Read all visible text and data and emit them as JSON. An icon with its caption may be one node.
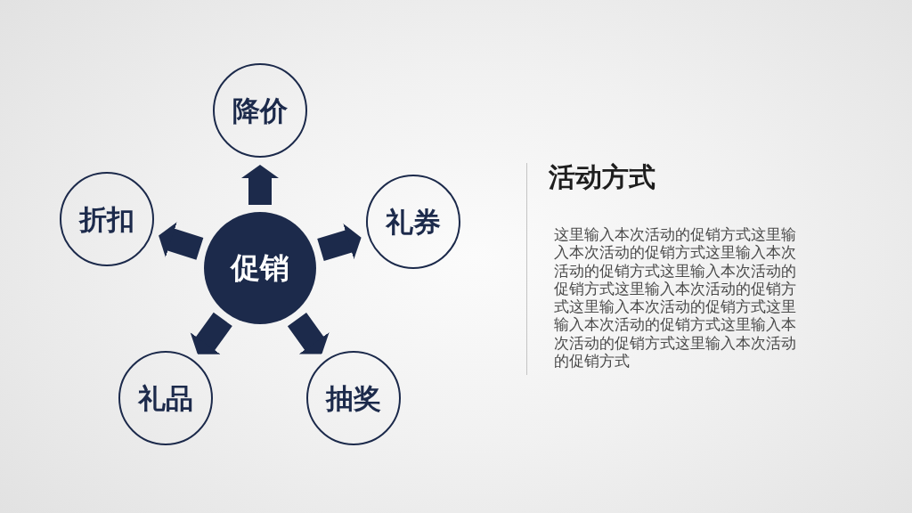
{
  "diagram": {
    "title": "活动方式",
    "nodes": [
      {
        "text": [
          "促销"
        ]
      },
      {
        "text": [
          "降价"
        ]
      },
      {
        "text": [
          "礼券"
        ]
      },
      {
        "text": [
          "抽奖"
        ]
      },
      {
        "text": [
          "礼品"
        ]
      },
      {
        "text": [
          "折扣"
        ]
      }
    ],
    "edges": [
      {
        "from": 0,
        "to": 1,
        "arrow": "to"
      },
      {
        "from": 0,
        "to": 2,
        "arrow": "to"
      },
      {
        "from": 0,
        "to": 3,
        "arrow": "to"
      },
      {
        "from": 0,
        "to": 4,
        "arrow": "to"
      },
      {
        "from": 0,
        "to": 5,
        "arrow": "to"
      }
    ],
    "labels": [
      "这里输入本次活动的促销方式这里输入本次活动的促销方式这里输入本次活动的促销方式这里输入本次活动的促销方式这里输入本次活动的促销方式这里输入本次活动的促销方式这里输入本次活动的促销方式这里输入本次活动的促销方式这里输入本次活动的促销方式"
    ]
  }
}
